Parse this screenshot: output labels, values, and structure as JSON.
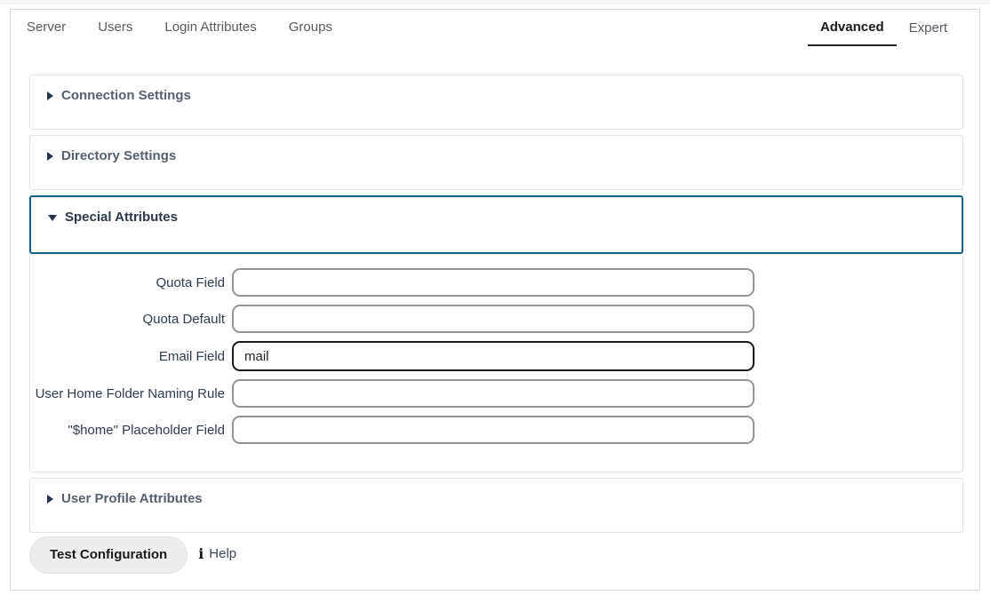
{
  "tabs": {
    "primary": [
      {
        "id": "server",
        "label": "Server"
      },
      {
        "id": "users",
        "label": "Users"
      },
      {
        "id": "login-attributes",
        "label": "Login Attributes"
      },
      {
        "id": "groups",
        "label": "Groups"
      }
    ],
    "modes": [
      {
        "id": "advanced",
        "label": "Advanced",
        "active": true
      },
      {
        "id": "expert",
        "label": "Expert",
        "active": false
      }
    ]
  },
  "sections": [
    {
      "id": "connection-settings",
      "title": "Connection Settings",
      "expanded": false
    },
    {
      "id": "directory-settings",
      "title": "Directory Settings",
      "expanded": false
    },
    {
      "id": "special-attributes",
      "title": "Special Attributes",
      "expanded": true
    },
    {
      "id": "user-profile-attributes",
      "title": "User Profile Attributes",
      "expanded": false
    }
  ],
  "special_attributes_form": {
    "fields": [
      {
        "id": "quota-field",
        "label": "Quota Field",
        "value": "",
        "placeholder": "",
        "focused": false
      },
      {
        "id": "quota-default",
        "label": "Quota Default",
        "value": "",
        "placeholder": "",
        "focused": false
      },
      {
        "id": "email-field",
        "label": "Email Field",
        "value": "mail",
        "placeholder": "",
        "focused": true
      },
      {
        "id": "user-home-folder-naming-rule",
        "label": "User Home Folder Naming Rule",
        "value": "",
        "placeholder": "",
        "focused": false
      },
      {
        "id": "home-placeholder-field",
        "label": "\"$home\" Placeholder Field",
        "value": "",
        "placeholder": "",
        "focused": false
      }
    ]
  },
  "footer": {
    "test_configuration_label": "Test Configuration",
    "help_label": "Help",
    "info_icon_glyph": "i"
  },
  "colors": {
    "active_section_border": "#0f5e87",
    "panel_border": "#e4e4e4",
    "input_border": "#949494",
    "input_border_focused": "#1a1a1a",
    "label_text": "#2e3d4d",
    "section_title_text": "#56616d",
    "button_background": "#ededed"
  }
}
